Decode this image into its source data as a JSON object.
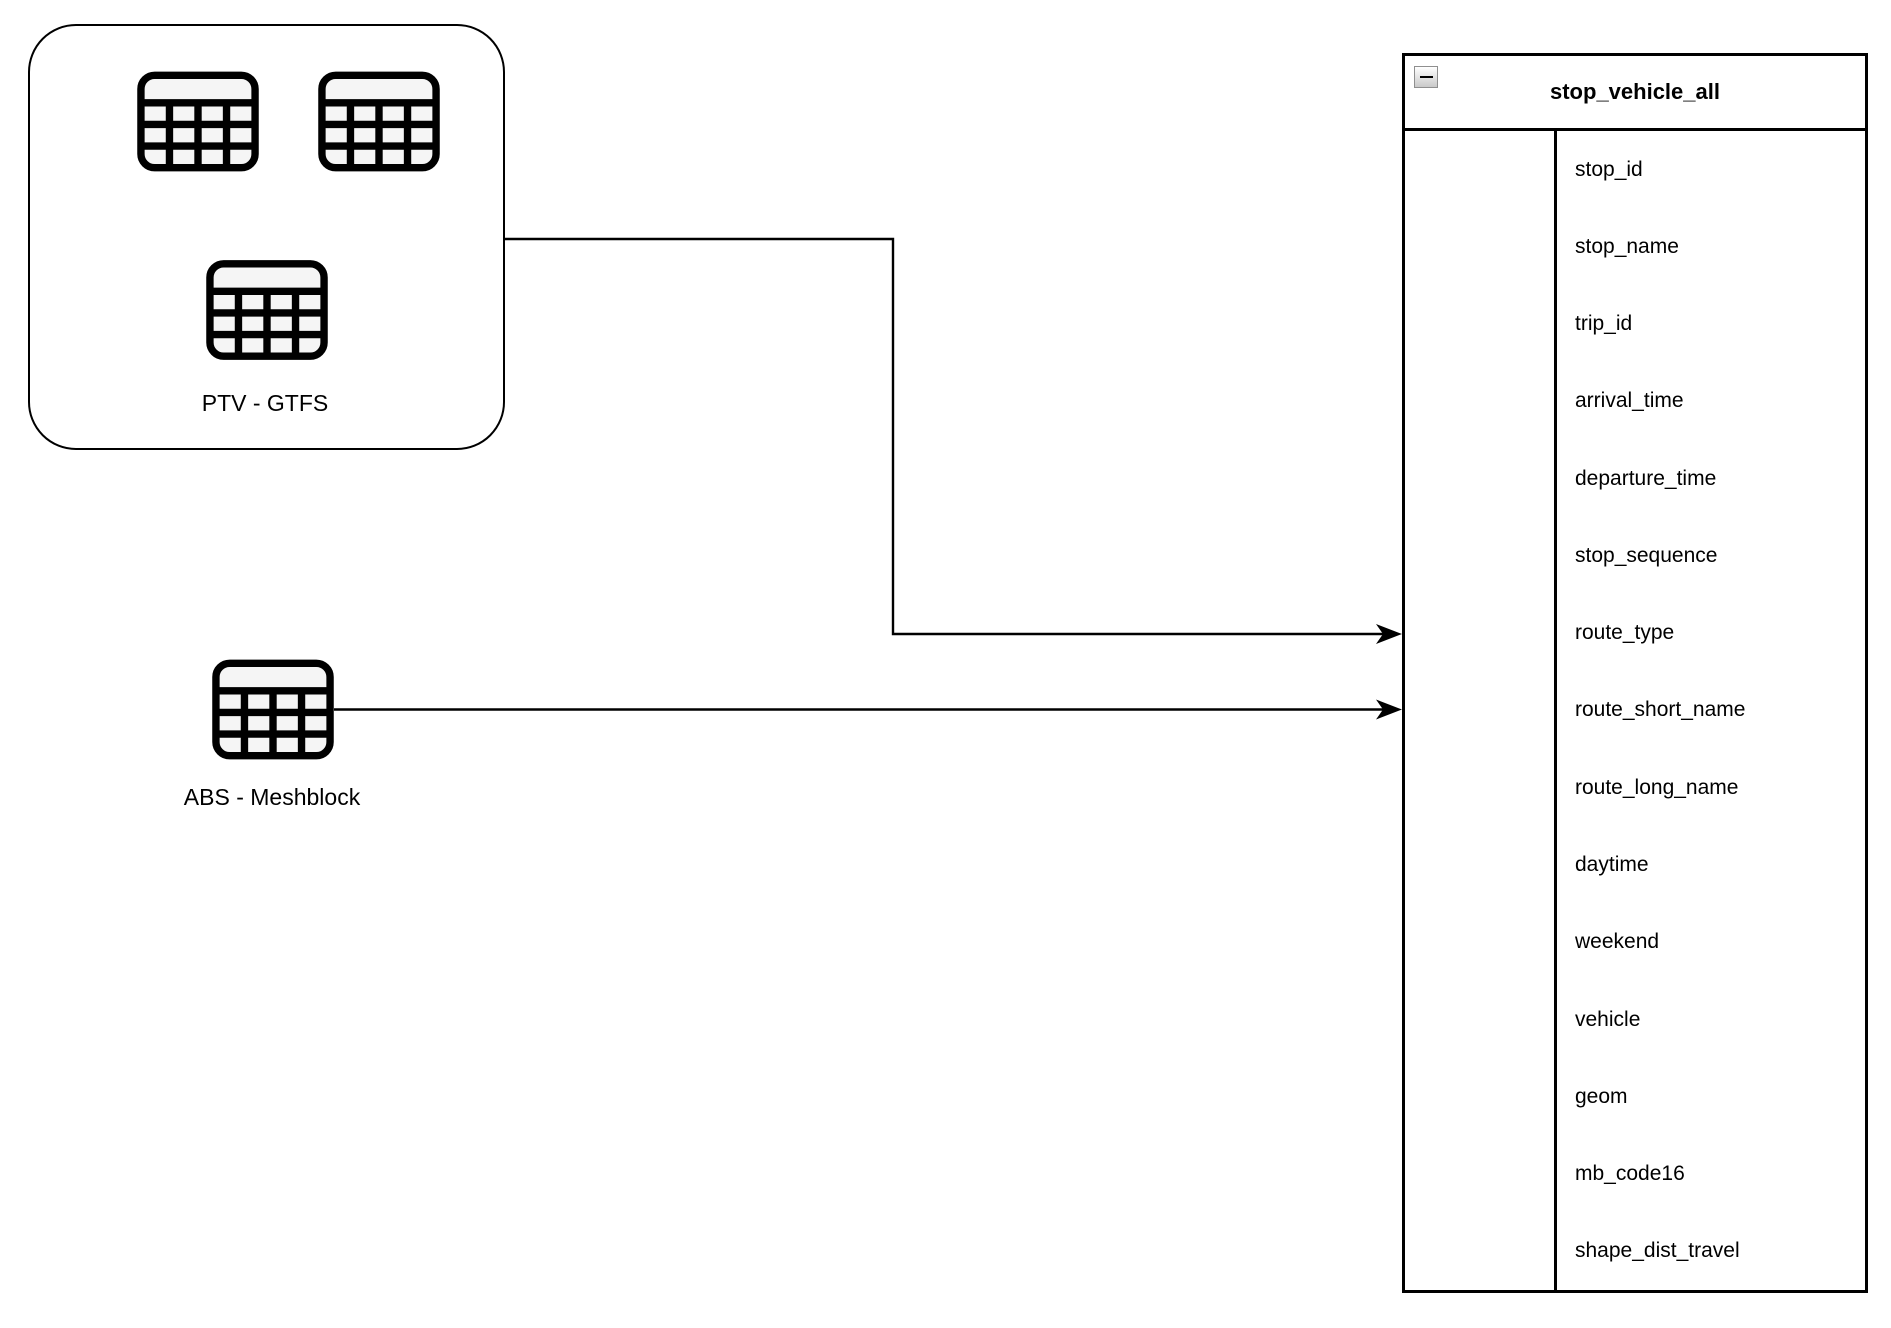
{
  "diagram": {
    "colors": {
      "line": "#000000",
      "background": "#ffffff",
      "icon_cell_fill": "#f5f5f5"
    },
    "ptv_group": {
      "label": "PTV - GTFS"
    },
    "abs_source": {
      "label": "ABS - Meshblock"
    },
    "entity": {
      "title": "stop_vehicle_all",
      "fields": [
        "stop_id",
        "stop_name",
        "trip_id",
        "arrival_time",
        "departure_time",
        "stop_sequence",
        "route_type",
        "route_short_name",
        "route_long_name",
        "daytime",
        "weekend",
        "vehicle",
        "geom",
        "mb_code16",
        "shape_dist_travel"
      ]
    }
  }
}
